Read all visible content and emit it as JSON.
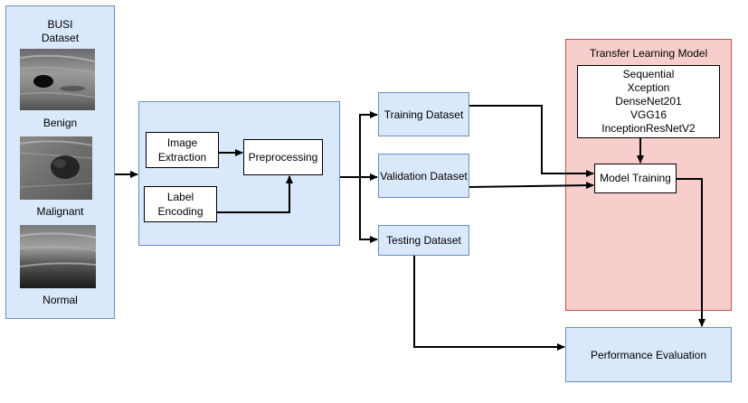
{
  "dataset": {
    "title_line1": "BUSI",
    "title_line2": "Dataset",
    "images": [
      {
        "label": "Benign",
        "image": "ultrasound-benign"
      },
      {
        "label": "Malignant",
        "image": "ultrasound-malignant"
      },
      {
        "label": "Normal",
        "image": "ultrasound-normal"
      }
    ]
  },
  "preprocess": {
    "image_extraction_line1": "Image",
    "image_extraction_line2": "Extraction",
    "label_encoding_line1": "Label",
    "label_encoding_line2": "Encoding",
    "preprocessing": "Preprocessing"
  },
  "splits": {
    "training": "Training Dataset",
    "validation": "Validation Dataset",
    "testing": "Testing Dataset"
  },
  "transfer": {
    "title": "Transfer Learning Model",
    "models": [
      "Sequential",
      "Xception",
      "DenseNet201",
      "VGG16",
      "InceptionResNetV2"
    ],
    "training": "Model Training"
  },
  "evaluation": "Performance Evaluation",
  "colors": {
    "blue_fill": "#dae8fc",
    "blue_stroke": "#6c8ebf",
    "red_fill": "#f8cecc",
    "red_stroke": "#b85450"
  }
}
